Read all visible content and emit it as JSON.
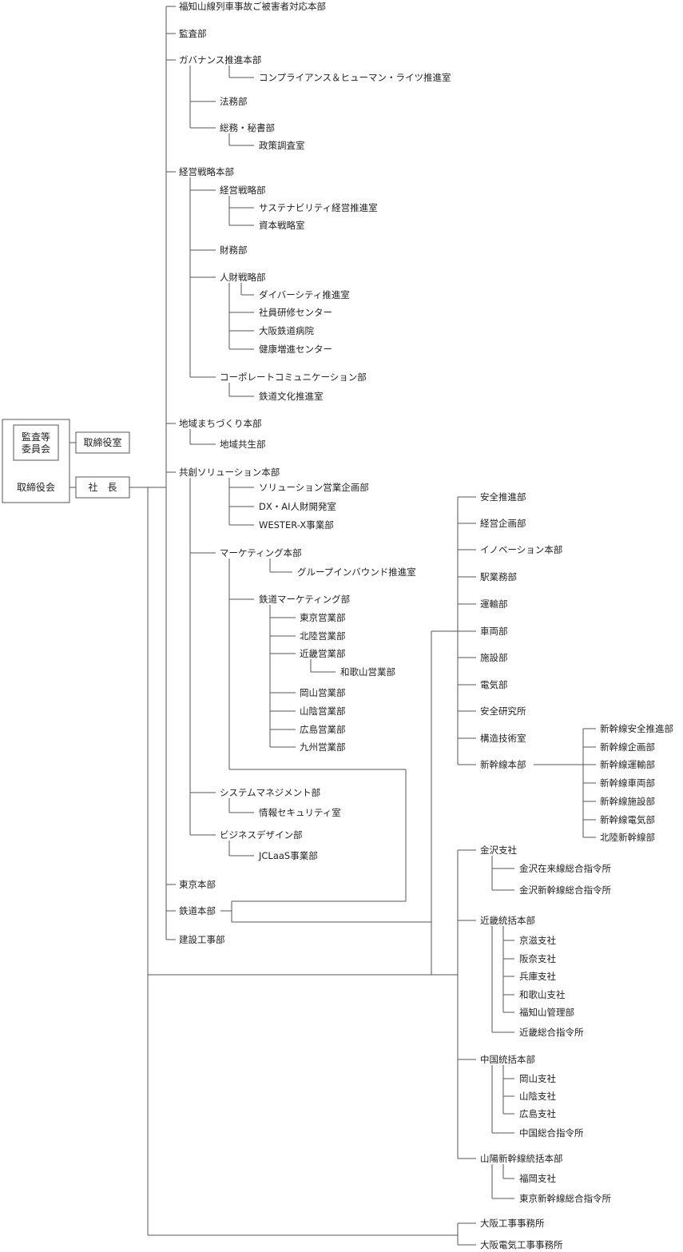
{
  "board": {
    "audit_committee": "監査等\n委員会",
    "board_of_directors": "取締役会"
  },
  "exec": {
    "board_office": "取締役室",
    "president": "社　長"
  },
  "col1": [
    "福知山線列車事故ご被害者対応本部",
    "監査部",
    "ガバナンス推進本部",
    "経営戦略本部",
    "地域まちづくり本部",
    "共創ソリューション本部",
    "東京本部",
    "鉄道本部",
    "建設工事部"
  ],
  "gov": {
    "compliance": "コンプライアンス＆ヒューマン・ライツ推進室",
    "legal": "法務部",
    "general_affairs": "総務・秘書部",
    "policy": "政策調査室"
  },
  "strategy": {
    "strategy_dept": "経営戦略部",
    "sustainability": "サステナビリティ経営推進室",
    "capital": "資本戦略室",
    "finance": "財務部",
    "hr": "人財戦略部",
    "diversity": "ダイバーシティ推進室",
    "training": "社員研修センター",
    "hospital": "大阪鉄道病院",
    "health": "健康増進センター",
    "corp_comm": "コーポレートコミュニケーション部",
    "rail_culture": "鉄道文化推進室"
  },
  "regional": {
    "coexistence": "地域共生部"
  },
  "cosol": {
    "sales_planning": "ソリューション営業企画部",
    "dx": "DX・AI人財開発室",
    "wester": "WESTER-X事業部",
    "marketing": "マーケティング本部",
    "group_inbound": "グループインバウンド推進室",
    "rail_marketing": "鉄道マーケティング部",
    "tokyo_sales": "東京営業部",
    "hokuriku_sales": "北陸営業部",
    "kinki_sales": "近畿営業部",
    "wakayama_sales": "和歌山営業部",
    "okayama_sales": "岡山営業部",
    "sanin_sales": "山陰営業部",
    "hiroshima_sales": "広島営業部",
    "kyushu_sales": "九州営業部",
    "system_mgmt": "システムマネジメント部",
    "info_sec": "情報セキュリティ室",
    "biz_design": "ビジネスデザイン部",
    "jclaas": "JCLaaS事業部"
  },
  "rail": [
    "安全推進部",
    "経営企画部",
    "イノベーション本部",
    "駅業務部",
    "運輸部",
    "車両部",
    "施設部",
    "電気部",
    "安全研究所",
    "構造技術室",
    "新幹線本部"
  ],
  "shinkansen": [
    "新幹線安全推進部",
    "新幹線企画部",
    "新幹線運輸部",
    "新幹線車両部",
    "新幹線施設部",
    "新幹線電気部",
    "北陸新幹線部"
  ],
  "branches": {
    "kanazawa": "金沢支社",
    "kanazawa_conv": "金沢在来線総合指令所",
    "kanazawa_shink": "金沢新幹線総合指令所",
    "kinki_hq": "近畿統括本部",
    "keishiga": "京滋支社",
    "hanna": "阪奈支社",
    "hyogo": "兵庫支社",
    "wakayama": "和歌山支社",
    "fukuchiyama": "福知山管理部",
    "kinki_ctrl": "近畿総合指令所",
    "chugoku_hq": "中国統括本部",
    "okayama": "岡山支社",
    "sanin": "山陰支社",
    "hiroshima": "広島支社",
    "chugoku_ctrl": "中国総合指令所",
    "sanyo_hq": "山陽新幹線統括本部",
    "fukuoka": "福岡支社",
    "tokyo_shink_ctrl": "東京新幹線総合指令所",
    "osaka_works": "大阪工事事務所",
    "osaka_elec": "大阪電気工事事務所"
  }
}
